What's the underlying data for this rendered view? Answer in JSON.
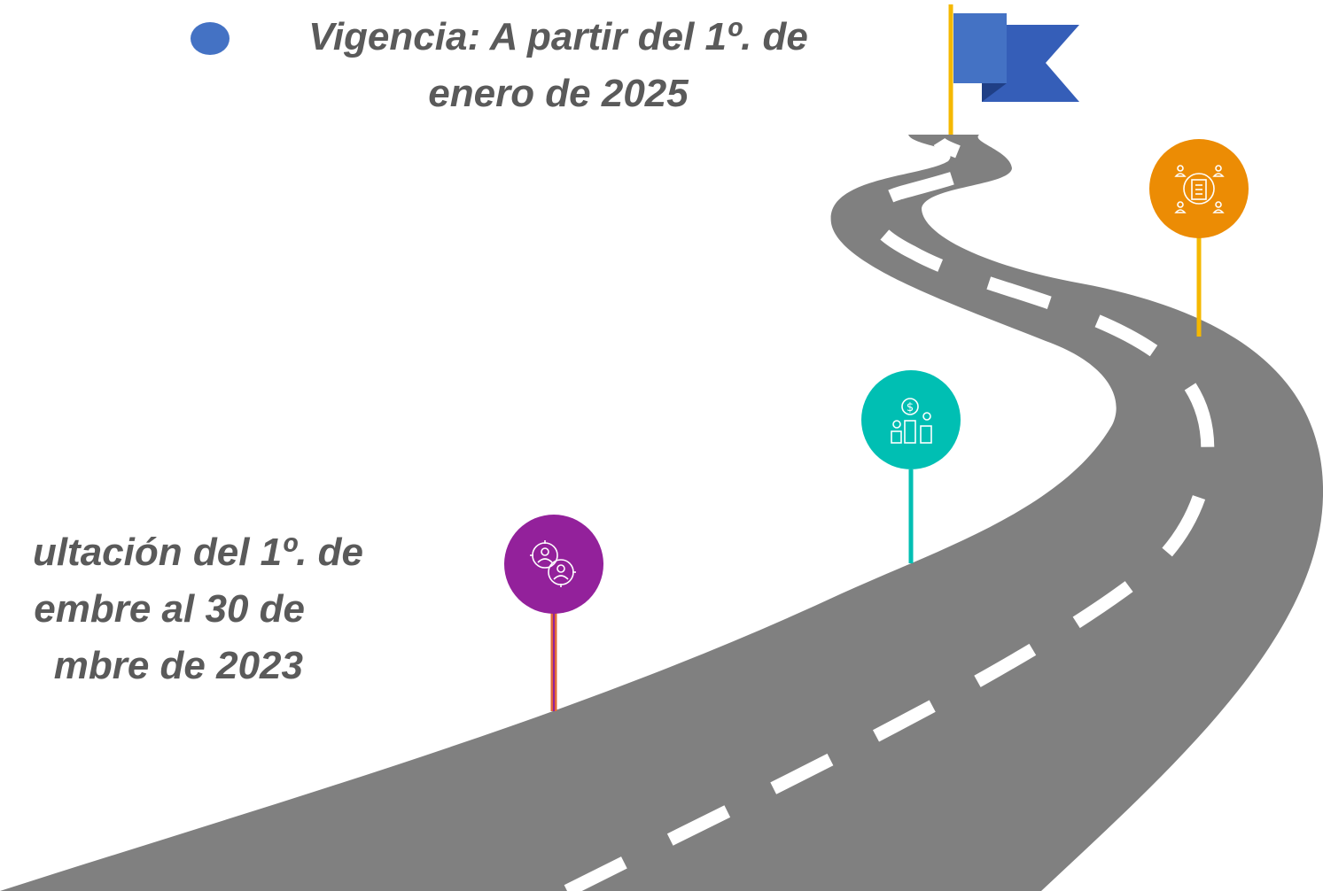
{
  "captions": {
    "top": "Vigencia:  A partir del 1º. de enero de 2025",
    "left_line1": "ultación del 1º. de",
    "left_line2": "embre al 30 de",
    "left_line3": "mbre de 2023"
  },
  "milestones": [
    {
      "icon": "people-target-icon",
      "color": "#93219b",
      "pole_color": "#e0693a"
    },
    {
      "icon": "money-podium-icon",
      "color": "#00bfb3",
      "pole_color": "#00bfb3"
    },
    {
      "icon": "meeting-document-icon",
      "color": "#ec8c04",
      "pole_color": "#f5b800"
    }
  ],
  "colors": {
    "road": "#808080",
    "lane_marking": "#ffffff",
    "bullet": "#4472c4",
    "flag_front": "#4472c4",
    "flag_back": "#355eb8",
    "flag_pole": "#f5b800",
    "caption_text": "#5a5a5a"
  }
}
